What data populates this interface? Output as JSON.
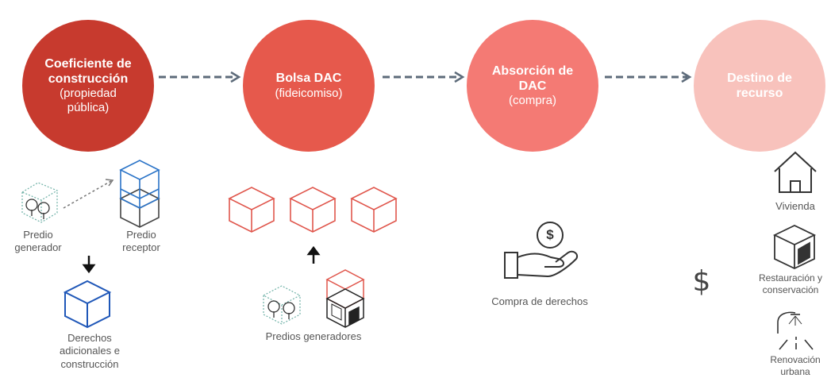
{
  "steps": [
    {
      "title": "Coeficiente de construcción",
      "subtitle": "(propiedad pública)"
    },
    {
      "title": "Bolsa DAC",
      "subtitle": "(fideicomiso)"
    },
    {
      "title": "Absorción de DAC",
      "subtitle": "(compra)"
    },
    {
      "title": "Destino de recurso",
      "subtitle": ""
    }
  ],
  "labels": {
    "predio_generador": "Predio generador",
    "predio_receptor": "Predio receptor",
    "derechos": "Derechos adicionales e construcción",
    "predios_generadores": "Predios generadores",
    "compra": "Compra de derechos",
    "vivienda": "Vivienda",
    "restauracion": "Restauración y conservación",
    "renovacion": "Renovación urbana",
    "dollar": "$"
  },
  "colors": {
    "step1": "#c73a2e",
    "step2": "#e6594c",
    "step3": "#f47a74",
    "step4": "#f8c2bc",
    "connector": "#5d6b7a",
    "blue": "#1f57b8",
    "red": "#e0564c",
    "teal": "#6fb1a7"
  }
}
